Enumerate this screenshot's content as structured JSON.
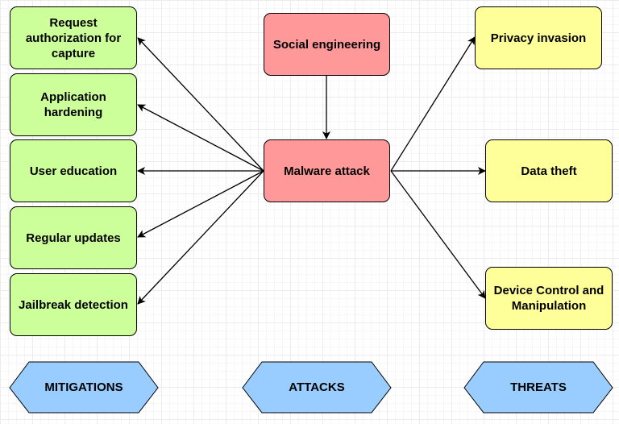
{
  "colors": {
    "mitigation_fill": "#ccff99",
    "attack_fill": "#ff9999",
    "threat_fill": "#ffff99",
    "category_fill": "#99ccff",
    "stroke": "#000000"
  },
  "mitigations": {
    "request_authorization": "Request authorization for capture",
    "application_hardening": "Application hardening",
    "user_education": "User education",
    "regular_updates": "Regular updates",
    "jailbreak_detection": "Jailbreak detection"
  },
  "attacks": {
    "social_engineering": "Social engineering",
    "malware_attack": "Malware attack"
  },
  "threats": {
    "privacy_invasion": "Privacy invasion",
    "data_theft": "Data theft",
    "device_control": "Device Control and Manipulation"
  },
  "categories": {
    "mitigations": "MITIGATIONS",
    "attacks": "ATTACKS",
    "threats": "THREATS"
  }
}
